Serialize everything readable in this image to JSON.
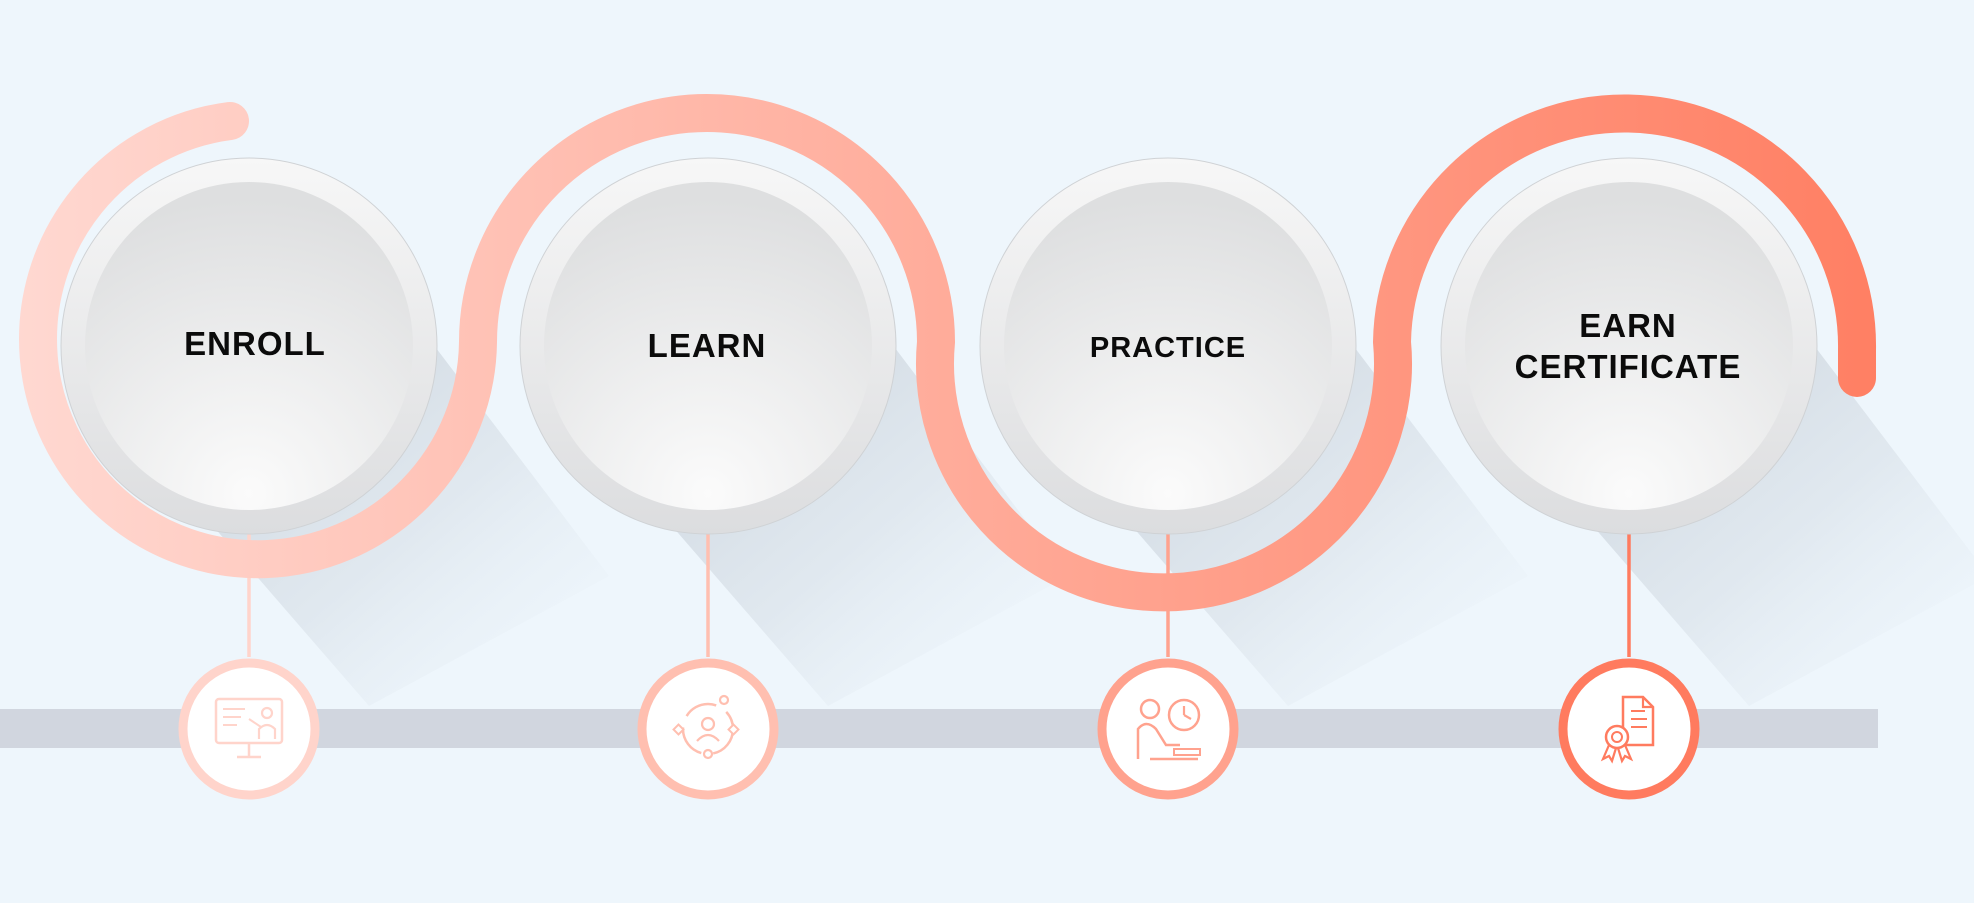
{
  "colors": {
    "background": "#eef6fc",
    "baseline_bar": "#d1d6df",
    "path_start": "#ffd9d2",
    "path_end": "#ff7f63",
    "circle_light": "#f5f5f5",
    "circle_dark": "#dcdcdc"
  },
  "steps": [
    {
      "lines": [
        "ENROLL"
      ],
      "icon": "teacher-presentation-icon",
      "color": "#ffd4cb"
    },
    {
      "lines": [
        "LEARN"
      ],
      "icon": "learning-cycle-icon",
      "color": "#ffbfb0"
    },
    {
      "lines": [
        "PRACTICE"
      ],
      "icon": "study-clock-icon",
      "color": "#ffa28e"
    },
    {
      "lines": [
        "EARN",
        "CERTIFICATE"
      ],
      "icon": "certificate-icon",
      "color": "#ff7b5f"
    }
  ]
}
